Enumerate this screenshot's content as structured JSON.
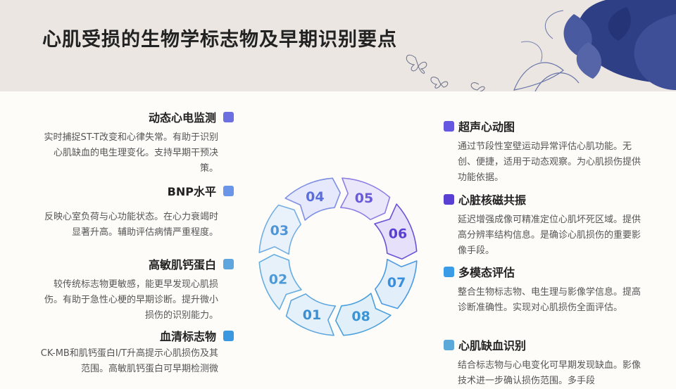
{
  "title": "心肌受损的生物学标志物及早期识别要点",
  "left_items": [
    {
      "title": "动态心电监测",
      "desc": "实时捕捉ST-T改变和心律失常。有助于识别心肌缺血的电生理变化。支持早期干预决策。",
      "color": "#6b6fe0"
    },
    {
      "title": "BNP水平",
      "desc": "反映心室负荷与心功能状态。在心力衰竭时显著升高。辅助评估病情严重程度。",
      "color": "#6b95e8"
    },
    {
      "title": "高敏肌钙蛋白",
      "desc": "较传统标志物更敏感，能更早发现心肌损伤。有助于急性心梗的早期诊断。提升微小损伤的识别能力。",
      "color": "#5ea6dd"
    },
    {
      "title": "血清标志物",
      "desc": "CK-MB和肌钙蛋白I/T升高提示心肌损伤及其范围。高敏肌钙蛋白可早期检测微",
      "color": "#3a98e0"
    }
  ],
  "right_items": [
    {
      "title": "超声心动图",
      "desc": "通过节段性室壁运动异常评估心肌功能。无创、便捷，适用于动态观察。为心肌损伤提供功能依据。",
      "color": "#6358df"
    },
    {
      "title": "心脏核磁共振",
      "desc": "延迟增强成像可精准定位心肌坏死区域。提供高分辨率结构信息。是确诊心肌损伤的重要影像手段。",
      "color": "#5a3fd3"
    },
    {
      "title": "多模态评估",
      "desc": "整合生物标志物、电生理与影像学信息。提高诊断准确性。实现对心肌损伤全面评估。",
      "color": "#3a9be6"
    },
    {
      "title": "心肌缺血识别",
      "desc": "结合标志物与心电变化可早期发现缺血。影像技术进一步确认损伤范围。多手段",
      "color": "#5aa9d8"
    }
  ],
  "ring_labels": [
    "01",
    "02",
    "03",
    "04",
    "05",
    "06",
    "07",
    "08"
  ],
  "colors": {
    "header_bg": "#ebe6e1",
    "page_bg": "#fdfcf9",
    "deco_dark": "#2f3f86"
  }
}
